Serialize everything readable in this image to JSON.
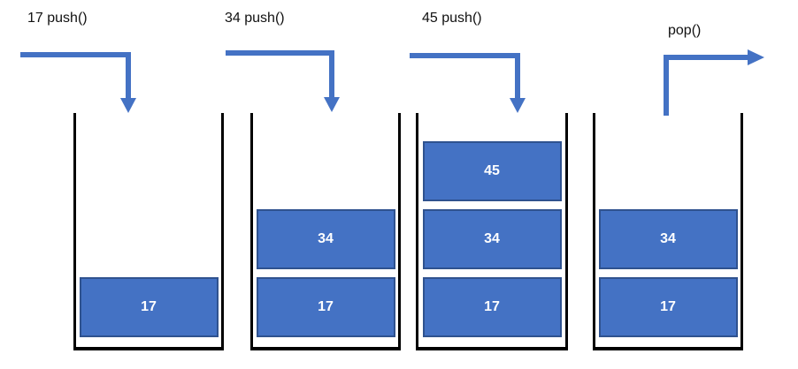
{
  "diagram": {
    "subject": "stack push/pop operations",
    "colors": {
      "box_fill": "#4472C4",
      "box_border": "#2F528F",
      "box_text": "#FFFFFF",
      "arrow": "#4472C4",
      "container_wall": "#000000",
      "label_text": "#111111",
      "background": "#FFFFFF"
    },
    "operations": [
      {
        "label": "17 push()",
        "type": "push",
        "value": "17"
      },
      {
        "label": "34 push()",
        "type": "push",
        "value": "34"
      },
      {
        "label": "45 push()",
        "type": "push",
        "value": "45"
      },
      {
        "label": "pop()",
        "type": "pop",
        "value": "45"
      }
    ],
    "stacks": [
      {
        "items_bottom_to_top": [
          "17"
        ]
      },
      {
        "items_bottom_to_top": [
          "17",
          "34"
        ]
      },
      {
        "items_bottom_to_top": [
          "17",
          "34",
          "45"
        ]
      },
      {
        "items_bottom_to_top": [
          "17",
          "34"
        ]
      }
    ]
  }
}
